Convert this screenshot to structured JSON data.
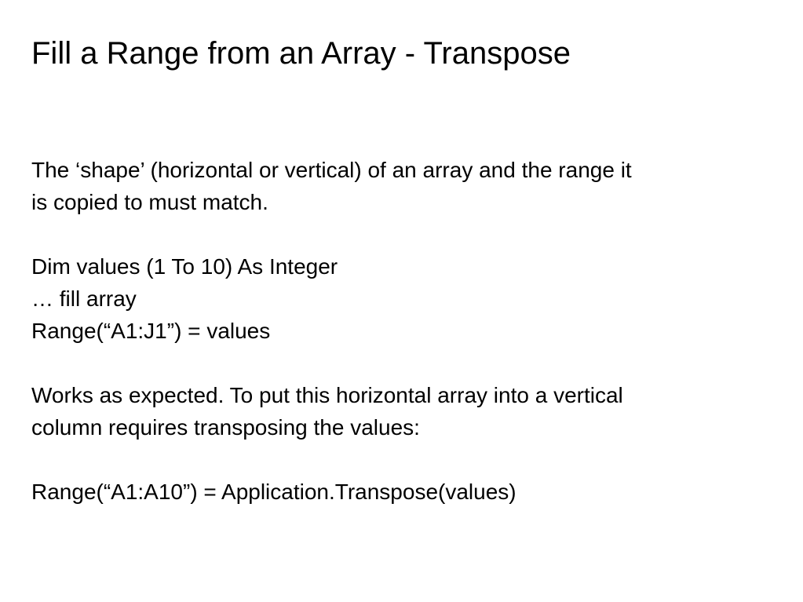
{
  "slide": {
    "title": "Fill a Range from an Array - Transpose",
    "body": {
      "para1_line1": "The ‘shape’ (horizontal or vertical) of an array and the range it",
      "para1_line2": "is copied to must match.",
      "code1_line1": "Dim values (1 To 10) As Integer",
      "code1_line2": "… fill array",
      "code1_line3": "Range(“A1:J1”) = values",
      "para2_line1": "Works as expected. To put this horizontal array into a vertical",
      "para2_line2": "column requires transposing the values:",
      "code2_line1": "Range(“A1:A10”) = Application.Transpose(values)"
    }
  }
}
